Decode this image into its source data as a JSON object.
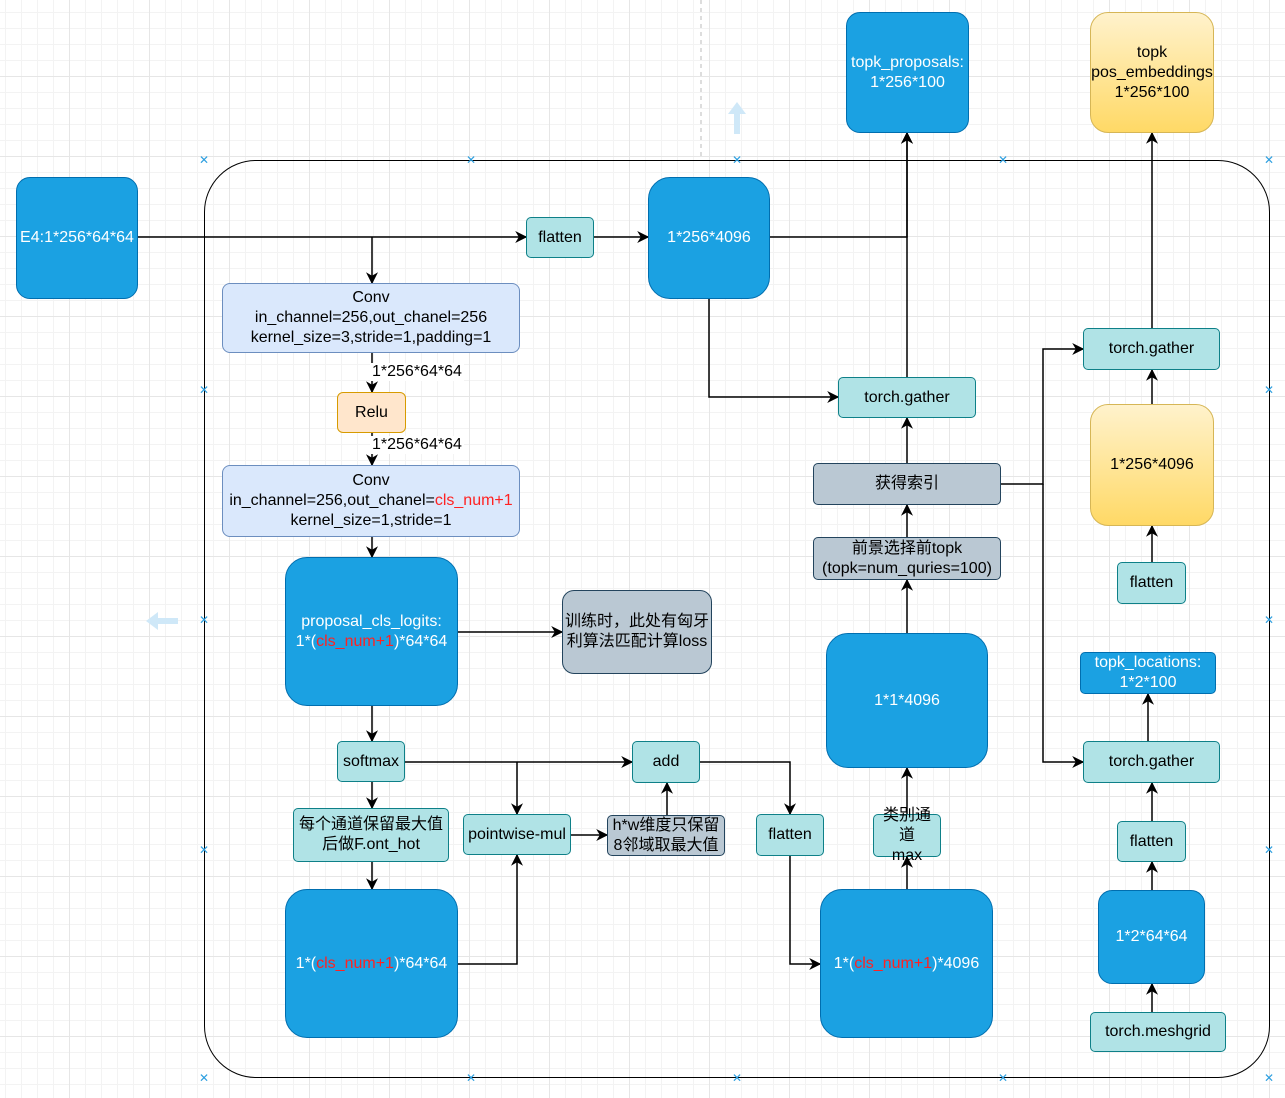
{
  "nodes": {
    "e4": "E4:1*256*64*64",
    "flatten_top": "flatten",
    "t256_4096": "1*256*4096",
    "topk_proposals": "topk_proposals:\n1*256*100",
    "topk_pos": "topk\npos_embeddings\n1*256*100",
    "conv1": "Conv\nin_channel=256,out_chanel=256\nkernel_size=3,stride=1,padding=1",
    "relu": "Relu",
    "conv2": {
      "pre": "Conv\nin_channel=256,out_chanel=",
      "red": "cls_num+1",
      "post": "\nkernel_size=1,stride=1"
    },
    "proposal_logits": {
      "pre": "proposal_cls_logits:\n1*(",
      "red": "cls_num+1",
      "post": ")*64*64"
    },
    "train_note": "训练时，此处有匈牙\n利算法匹配计算loss",
    "softmax": "softmax",
    "keep_max": "每个通道保留最大值\n后做F.ont_hot",
    "cls_64": {
      "pre": "1*(",
      "red": "cls_num+1",
      "post": ")*64*64"
    },
    "pointwise": "pointwise-mul",
    "hw_keep": "h*w维度只保留\n8邻域取最大值",
    "add": "add",
    "flatten_mid": "flatten",
    "cls_4096": {
      "pre": "1*(",
      "red": "cls_num+1",
      "post": ")*4096"
    },
    "cls_max": "类别通道\nmax",
    "t1_1_4096": "1*1*4096",
    "topk_select": "前景选择前topk\n(topk=num_quries=100)",
    "get_index": "获得索引",
    "gather_mid": "torch.gather",
    "gather_right_top": "torch.gather",
    "gold_256_4096": "1*256*4096",
    "flatten_right_a": "flatten",
    "topk_locations": "topk_locations:\n1*2*100",
    "gather_right_bot": "torch.gather",
    "flatten_right_b": "flatten",
    "t1_2_64": "1*2*64*64",
    "meshgrid": "torch.meshgrid"
  },
  "edge_labels": {
    "after_conv1": "1*256*64*64",
    "after_relu": "1*256*64*64"
  },
  "colors": {
    "edge": "#000000",
    "red_text": "#ff2222",
    "blue_fill": "#1ba1e2",
    "teal_fill": "#b0e3e6"
  }
}
